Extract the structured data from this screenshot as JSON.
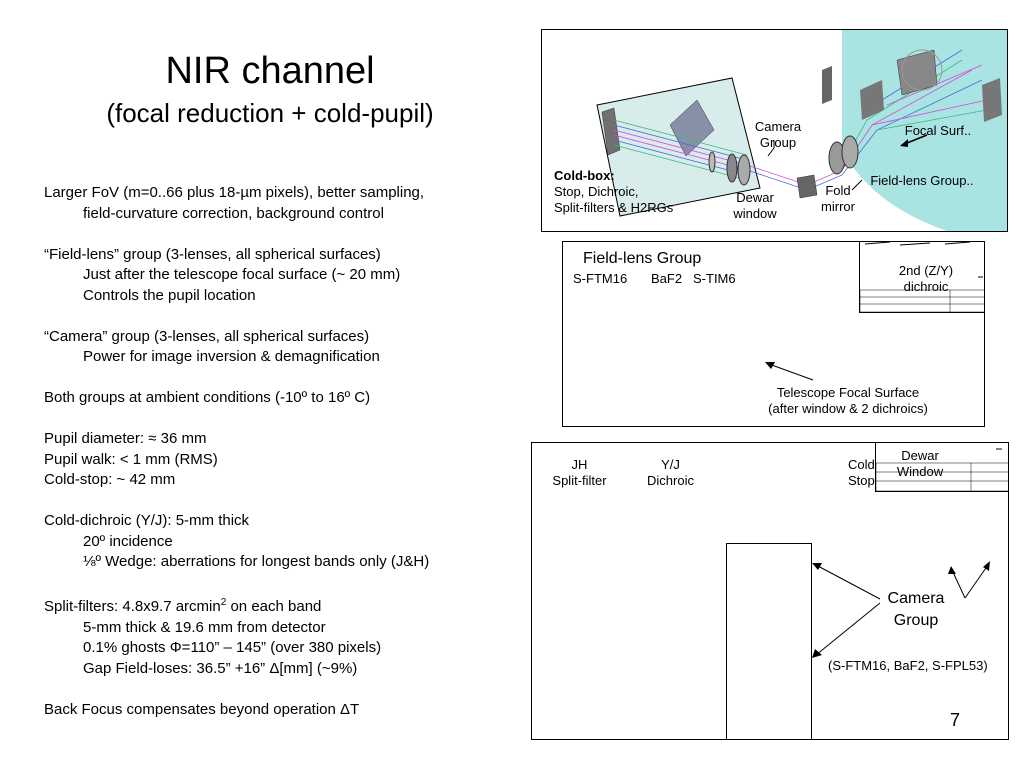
{
  "slide": {
    "title": "NIR channel",
    "subtitle": "(focal reduction + cold-pupil)",
    "page_number": "7"
  },
  "bullets": {
    "fov_line1": "Larger FoV (m=0..66 plus 18-µm pixels), better sampling,",
    "fov_line2": "field-curvature correction, background control",
    "fieldlens_head": "“Field-lens” group (3-lenses, all spherical surfaces)",
    "fieldlens_sub1": "Just after the telescope focal surface (~ 20 mm)",
    "fieldlens_sub2": "Controls the pupil location",
    "camera_head": "“Camera” group (3-lenses, all spherical surfaces)",
    "camera_sub1": "Power for image inversion & demagnification",
    "ambient": "Both groups at ambient conditions (-10º to 16º C)",
    "pupil_diameter": "Pupil diameter: ≈ 36 mm",
    "pupil_walk": "Pupil walk: < 1 mm (RMS)",
    "cold_stop": "Cold-stop: ~ 42 mm",
    "dichroic_head": "Cold-dichroic (Y/J): 5-mm thick",
    "dichroic_sub1": "20º incidence",
    "dichroic_sub2": "⅛º Wedge: aberrations for longest bands only (J&H)",
    "split_head_pre": "Split-filters: 4.8x9.7 arcmin",
    "split_head_sup": "2",
    "split_head_post": " on each band",
    "split_sub1": "5-mm thick & 19.6 mm from detector",
    "split_sub2": "0.1% ghosts Φ=110” – 145” (over 380 pixels)",
    "split_sub3": "Gap Field-loses: 36.5” +16” Δ[mm] (~9%)",
    "back_focus": "Back Focus compensates beyond operation ΔT"
  },
  "fig_top": {
    "camera_group_1": "Camera",
    "camera_group_2": "Group",
    "focal_surf": "Focal Surf..",
    "cold_box_title": "Cold-box:",
    "cold_box_1": "Stop, Dichroic,",
    "cold_box_2": "Split-filters & H2RGs",
    "dewar_1": "Dewar",
    "dewar_2": "window",
    "fold_1": "Fold",
    "fold_2": "mirror",
    "field_lens_group": "Field-lens Group.."
  },
  "fig_mid": {
    "title": "Field-lens Group",
    "lens1": "S-FTM16",
    "lens2": "BaF2",
    "lens3": "S-TIM6",
    "dichroic_1": "2nd (Z/Y)",
    "dichroic_2": "dichroic",
    "telescope_1": "Telescope Focal Surface",
    "telescope_2": "(after window & 2 dichroics)"
  },
  "fig_bot": {
    "jh_1": "JH",
    "jh_2": "Split-filter",
    "yj_1": "Y/J",
    "yj_2": "Dichroic",
    "cold_1": "Cold",
    "cold_2": "Stop",
    "dewar_1": "Dewar",
    "dewar_2": "Window",
    "camera_1": "Camera",
    "camera_2": "Group",
    "glasses": "(S-FTM16, BaF2, S-FPL53)"
  },
  "colors": {
    "cold_box_fill": "#d8ecec",
    "teal_fill": "#a9e4e2",
    "ray_magenta": "#d24bd6",
    "ray_blue": "#4a6be0",
    "ray_green": "#3dbb7a"
  }
}
